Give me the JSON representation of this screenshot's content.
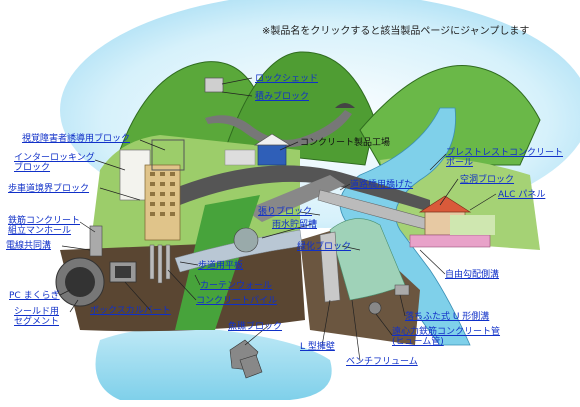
{
  "notice": "※製品名をクリックすると該当製品ページにジャンプします",
  "factory_label": "コンクリート製品工場",
  "products": [
    {
      "id": "rock-shed",
      "label": "ロックシェッド"
    },
    {
      "id": "tsumi-block",
      "label": "積みブロック"
    },
    {
      "id": "shikaku-tenji-block",
      "label": "視覚障害者誘導用ブロック"
    },
    {
      "id": "interlocking-block",
      "label": "インターロッキング\nブロック"
    },
    {
      "id": "hodo-kyokai-block",
      "label": "歩車道境界ブロック"
    },
    {
      "id": "tekkin-kumitate-manhole",
      "label": "鉄筋コンクリート\n組立マンホール"
    },
    {
      "id": "densen-kyodokou",
      "label": "電線共同溝"
    },
    {
      "id": "pc-magurogi",
      "label": "PC まくらぎ"
    },
    {
      "id": "shield-segment",
      "label": "シールド用\nセグメント"
    },
    {
      "id": "box-culvert",
      "label": "ボックスカルバート"
    },
    {
      "id": "hodoyou-heiban",
      "label": "歩道用平板"
    },
    {
      "id": "curtain-wall",
      "label": "カーテンウォール"
    },
    {
      "id": "concrete-pile",
      "label": "コンクリートパイル"
    },
    {
      "id": "hari-block",
      "label": "張りブロック"
    },
    {
      "id": "usui-choryu-sou",
      "label": "雨水貯留槽"
    },
    {
      "id": "ryokka-block",
      "label": "緑化ブロック"
    },
    {
      "id": "gyosho-block",
      "label": "魚礁ブロック"
    },
    {
      "id": "l-youheki",
      "label": "L 型擁壁"
    },
    {
      "id": "bench-flume",
      "label": "ベンチフリューム"
    },
    {
      "id": "douro-kyoryo-keta",
      "label": "道路橋用橋げた"
    },
    {
      "id": "prestressed-pole",
      "label": "プレストレストコンクリート\nポール"
    },
    {
      "id": "kudou-block",
      "label": "空洞ブロック"
    },
    {
      "id": "alc-panel",
      "label": "ALC パネル"
    },
    {
      "id": "jiyu-koubai-sokko",
      "label": "自由勾配側溝"
    },
    {
      "id": "ochifuta-u-sokko",
      "label": "落ちふた式 U 形側溝"
    },
    {
      "id": "hume-kan",
      "label": "遠心力鉄筋コンクリート管\n(ヒューム管)"
    }
  ]
}
